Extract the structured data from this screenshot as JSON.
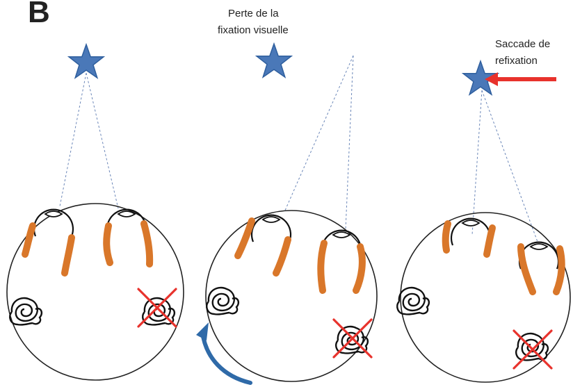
{
  "figure": {
    "panel_letter": "B",
    "label_loss_line1": "Perte de la",
    "label_loss_line2": "fixation visuelle",
    "label_saccade_line1": "Saccade de",
    "label_saccade_line2": "refixation"
  },
  "colors": {
    "star": "#4a78b8",
    "star_stroke": "#2f5f9e",
    "muscle": "#d9772a",
    "cross": "#e8322c",
    "arrow_red": "#e8322c",
    "rotation_arrow": "#2f6aa8",
    "sightline": "#6a86b8",
    "ink": "#111111"
  },
  "icons": {
    "target": "star-icon",
    "inner_ear": "inner-ear-icon",
    "lesion": "x-cross-icon",
    "rotation": "curved-arrow-icon"
  }
}
